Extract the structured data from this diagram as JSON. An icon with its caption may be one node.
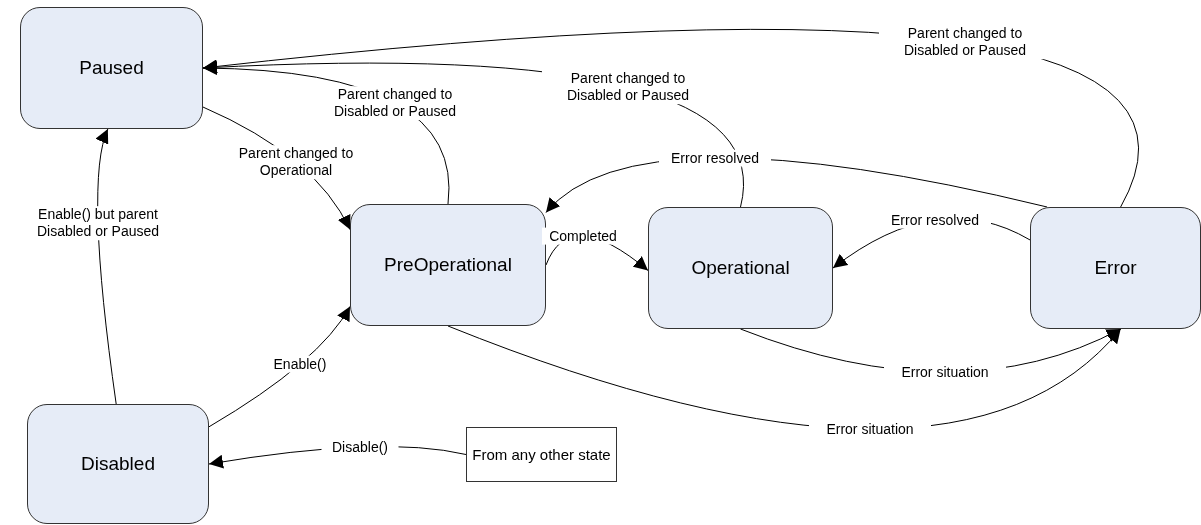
{
  "diagram": {
    "nodes": [
      {
        "text": [
          "Paused"
        ]
      },
      {
        "text": [
          "PreOperational"
        ]
      },
      {
        "text": [
          "Operational"
        ]
      },
      {
        "text": [
          "Error"
        ]
      },
      {
        "text": [
          "Disabled"
        ]
      },
      {
        "text": [
          "From any other state"
        ]
      }
    ],
    "edges": [
      {
        "from": 1,
        "to": 0,
        "arrow": "to",
        "label": "Parent changed to Disabled or Paused"
      },
      {
        "from": 2,
        "to": 0,
        "arrow": "to",
        "label": "Parent changed to Disabled or Paused"
      },
      {
        "from": 3,
        "to": 0,
        "arrow": "to",
        "label": "Parent changed to Disabled or Paused"
      },
      {
        "from": 0,
        "to": 1,
        "arrow": "to",
        "label": "Parent changed to Operational"
      },
      {
        "from": 4,
        "to": 0,
        "arrow": "to",
        "label": "Enable() but parent Disabled or Paused"
      },
      {
        "from": 4,
        "to": 1,
        "arrow": "to",
        "label": "Enable()"
      },
      {
        "from": 5,
        "to": 4,
        "arrow": "to",
        "label": "Disable()"
      },
      {
        "from": 1,
        "to": 2,
        "arrow": "to",
        "label": "Completed"
      },
      {
        "from": 3,
        "to": 1,
        "arrow": "to",
        "label": "Error resolved"
      },
      {
        "from": 3,
        "to": 2,
        "arrow": "to",
        "label": "Error resolved"
      },
      {
        "from": 2,
        "to": 3,
        "arrow": "to",
        "label": "Error situation"
      },
      {
        "from": 1,
        "to": 3,
        "arrow": "to",
        "label": "Error situation"
      }
    ]
  }
}
